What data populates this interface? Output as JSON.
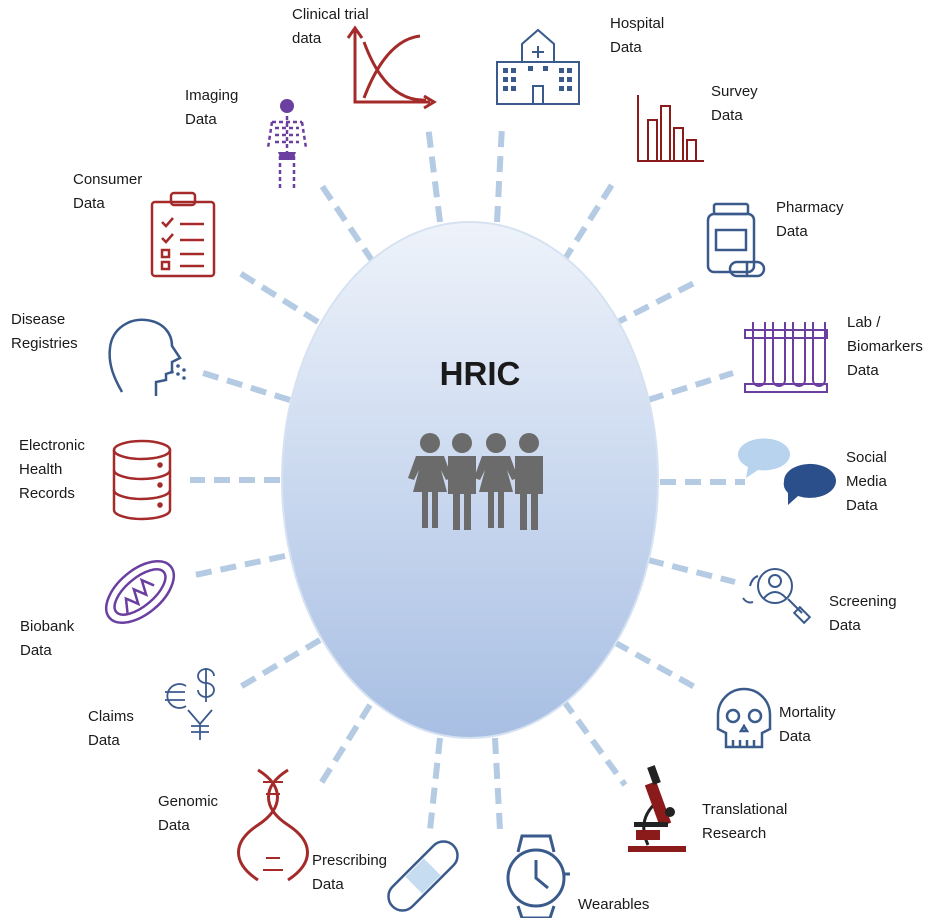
{
  "hub": {
    "title": "HRIC"
  },
  "sources": [
    {
      "id": "clinical-trial",
      "lines": [
        "Clinical trial",
        "data"
      ]
    },
    {
      "id": "hospital",
      "lines": [
        "Hospital",
        "Data"
      ]
    },
    {
      "id": "survey",
      "lines": [
        "Survey",
        "Data"
      ]
    },
    {
      "id": "pharmacy",
      "lines": [
        "Pharmacy",
        "Data"
      ]
    },
    {
      "id": "lab",
      "lines": [
        "Lab /",
        "Biomarkers",
        "Data"
      ]
    },
    {
      "id": "social-media",
      "lines": [
        "Social",
        "Media",
        "Data"
      ]
    },
    {
      "id": "screening",
      "lines": [
        "Screening",
        "Data"
      ]
    },
    {
      "id": "mortality",
      "lines": [
        "Mortality",
        "Data"
      ]
    },
    {
      "id": "translational",
      "lines": [
        "Translational",
        "Research"
      ]
    },
    {
      "id": "wearables",
      "lines": [
        "Wearables"
      ]
    },
    {
      "id": "prescribing",
      "lines": [
        "Prescribing",
        "Data"
      ]
    },
    {
      "id": "genomic",
      "lines": [
        "Genomic",
        "Data"
      ]
    },
    {
      "id": "claims",
      "lines": [
        "Claims",
        "Data"
      ]
    },
    {
      "id": "biobank",
      "lines": [
        "Biobank",
        "Data"
      ]
    },
    {
      "id": "ehr",
      "lines": [
        "Electronic",
        "Health",
        "Records"
      ]
    },
    {
      "id": "disease-registries",
      "lines": [
        "Disease",
        "Registries"
      ]
    },
    {
      "id": "consumer",
      "lines": [
        "Consumer",
        "Data"
      ]
    },
    {
      "id": "imaging",
      "lines": [
        "Imaging",
        "Data"
      ]
    }
  ],
  "colors": {
    "connector": "#b4cbe3",
    "hub_fill_top": "#eef3fa",
    "hub_fill_bottom": "#a8bfe3",
    "red_icon": "#a52a2a",
    "blue_icon": "#3a5a8c",
    "purple_icon": "#6b3fa0",
    "people": "#6b6b6b"
  }
}
